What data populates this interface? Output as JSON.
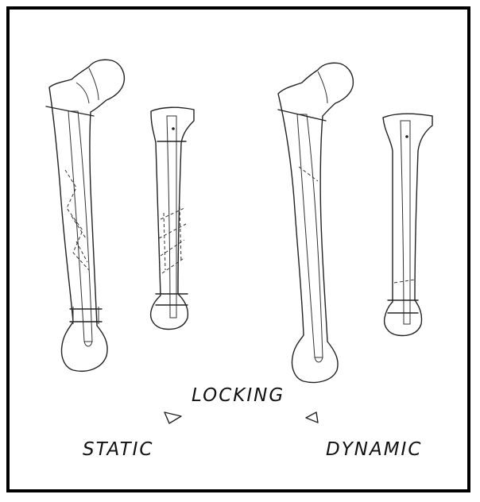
{
  "labels": {
    "locking": "LOCKING",
    "static": "STATIC",
    "dynamic": "DYNAMIC"
  },
  "colors": {
    "ink": "#222222",
    "frame": "#000000",
    "background": "#ffffff"
  }
}
